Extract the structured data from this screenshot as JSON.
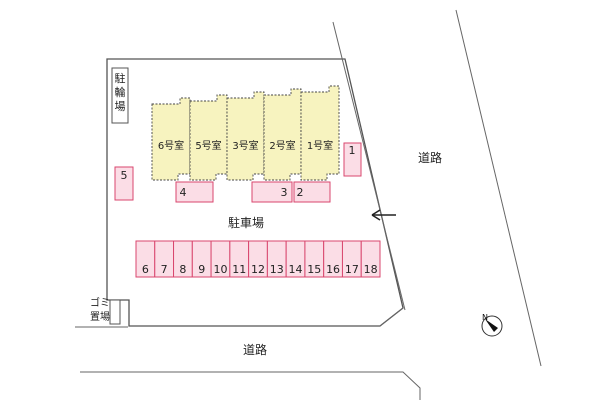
{
  "roads": {
    "east": "道路",
    "south": "道路"
  },
  "facilities": {
    "bicycle_parking": "駐輪場",
    "garbage": "ゴミ置場",
    "parking_lot": "駐車場"
  },
  "units": [
    "6号室",
    "5号室",
    "3号室",
    "2号室",
    "1号室"
  ],
  "parking_spaces": {
    "standalone": [
      "1",
      "2",
      "3",
      "4",
      "5"
    ],
    "row": [
      "6",
      "7",
      "8",
      "9",
      "10",
      "11",
      "12",
      "13",
      "14",
      "15",
      "16",
      "17",
      "18"
    ]
  },
  "markers": {
    "entrance_arrow": "left-arrow",
    "compass": "north-compass-icon",
    "compass_letter": "N"
  },
  "colors": {
    "unit_fill": "#f7f3bf",
    "parking_fill": "#fbdde6",
    "parking_stroke": "#d9466e",
    "line": "#555555"
  }
}
